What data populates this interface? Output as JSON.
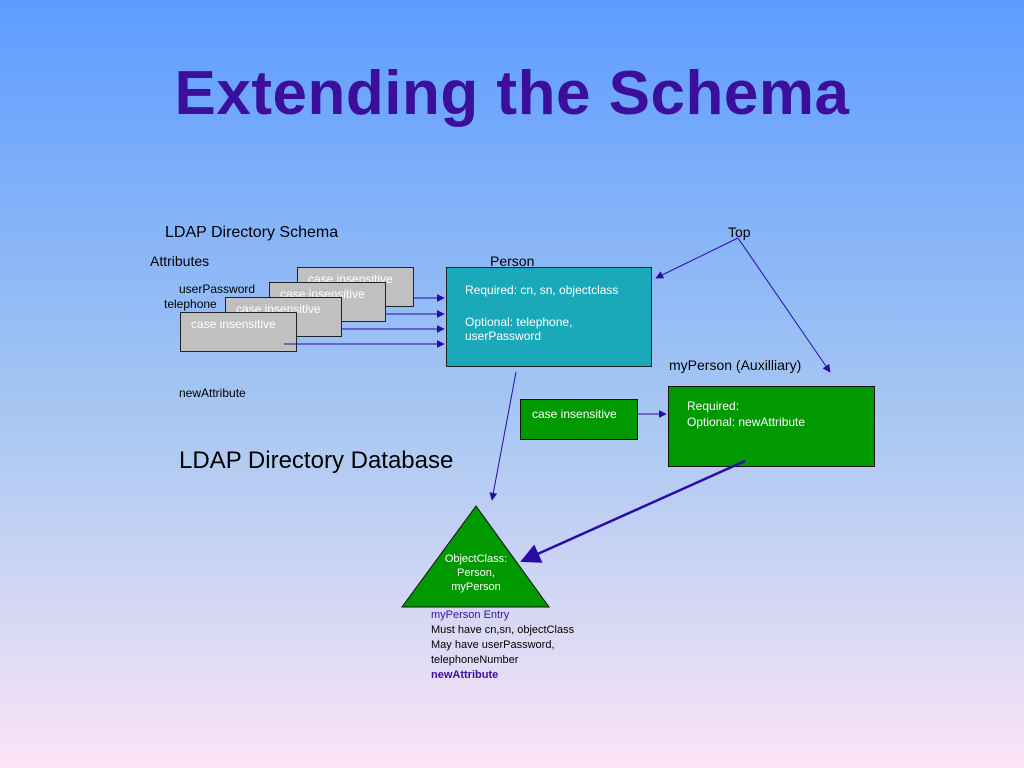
{
  "slide": {
    "title": "Extending the Schema"
  },
  "schema": {
    "heading": "LDAP Directory Schema",
    "attributes_label": "Attributes",
    "attr_user_password": "userPassword",
    "attr_telephone": "telephone",
    "attr_new": "newAttribute",
    "cards": [
      "case insensitive",
      "case insensitive",
      "case insensitive",
      "case insensitive"
    ],
    "person_label": "Person",
    "person_required": "Required:  cn, sn, objectclass",
    "person_optional_1": "Optional:   telephone,",
    "person_optional_2": "userPassword",
    "top_label": "Top",
    "myperson_label": "myPerson (Auxilliary)",
    "myperson_required": "Required:",
    "myperson_optional": "Optional: newAttribute",
    "new_attr_card": "case insensitive"
  },
  "database": {
    "heading": "LDAP Directory Database",
    "triangle_line1": "ObjectClass:",
    "triangle_line2": "Person,",
    "triangle_line3": "myPerson",
    "entry_title": "myPerson Entry",
    "entry_must": "Must have cn,sn, objectClass",
    "entry_may": "May have userPassword,",
    "entry_tel": "telephoneNumber",
    "entry_new": "newAttribute"
  },
  "colors": {
    "title": "#3b0f9c",
    "arrow": "#2a0aa8",
    "person_fill": "#1aa9b8",
    "green_fill": "#009900",
    "card_fill": "#c0c0c0"
  }
}
